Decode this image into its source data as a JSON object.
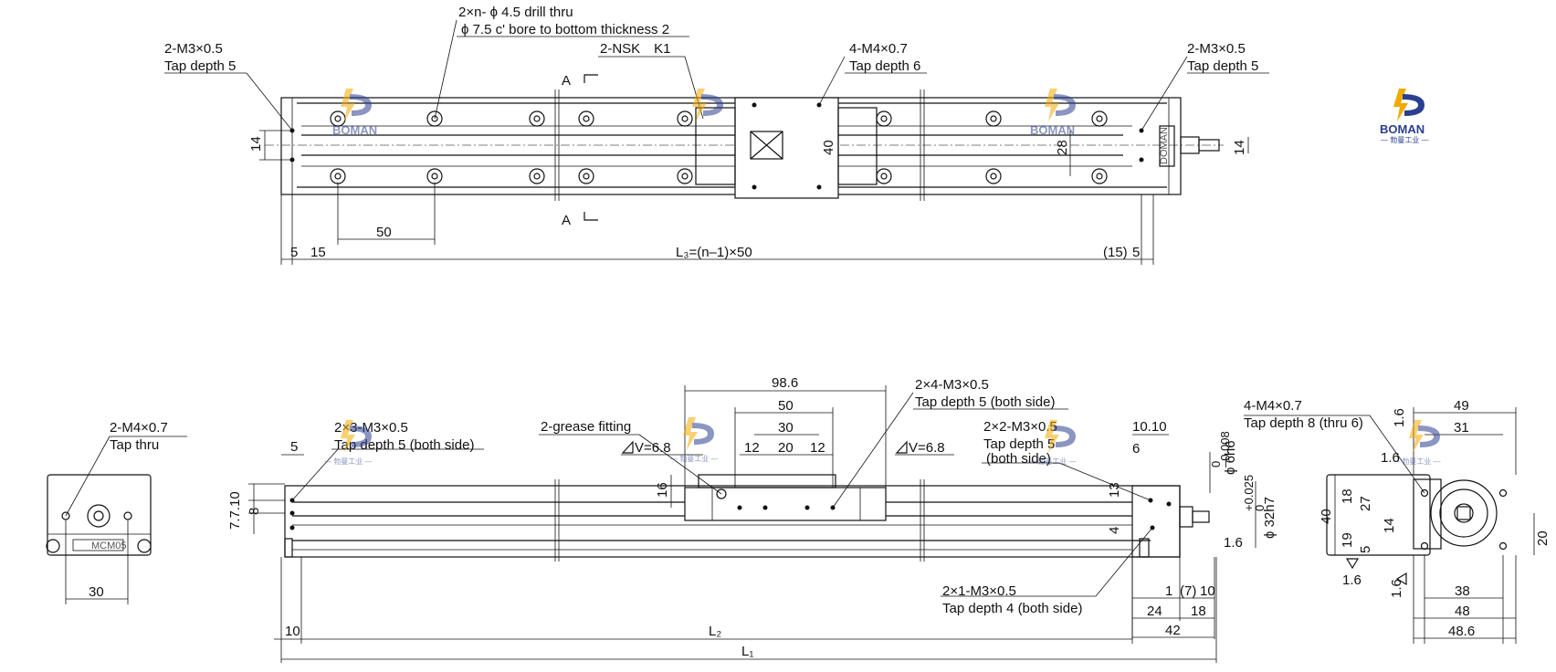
{
  "top_view": {
    "label_left_tap_1": "2-M3×0.5",
    "label_left_tap_2": "Tap depth 5",
    "label_drill_1": "2×n- ϕ 4.5 drill thru",
    "label_drill_2": "ϕ 7.5 c' bore to bottom thickness 2",
    "label_nsk": "2-NSK　K1",
    "label_m4_1": "4-M4×0.7",
    "label_m4_2": "Tap depth 6",
    "label_right_tap_1": "2-M3×0.5",
    "label_right_tap_2": "Tap depth 5",
    "section_a_top": "A",
    "section_a_bottom": "A",
    "dim_14_left": "14",
    "dim_40": "40",
    "dim_28": "28",
    "dim_14_right": "14",
    "dim_50": "50",
    "dim_5_left": "5",
    "dim_15": "15",
    "dim_l3": "L₃=(n–1)×50",
    "dim_15_paren": "(15)",
    "dim_5_right": "5",
    "nameplate": "DOMAN"
  },
  "end_view_left": {
    "label_1": "2-M4×0.7",
    "label_2": "Tap thru",
    "dim_30": "30",
    "plate": "MCM05"
  },
  "side_view": {
    "label_m3_1": "2×3-M3×0.5",
    "label_m3_2": "Tap depth 5 (both side)",
    "label_grease": "2-grease fitting",
    "label_v_left": "V=6.8",
    "label_v_right": "V=6.8",
    "label_4m3_1": "2×4-M3×0.5",
    "label_4m3_2": "Tap depth 5 (both side)",
    "label_2m3_1": "2×2-M3×0.5",
    "label_2m3_2": "Tap depth 5",
    "label_2m3_3": "(both side)",
    "label_1m3_1": "2×1-M3×0.5",
    "label_1m3_2": "Tap depth 4 (both side)",
    "dim_98_6": "98.6",
    "dim_50": "50",
    "dim_30": "30",
    "dim_12a": "12",
    "dim_20": "20",
    "dim_12b": "12",
    "dim_16": "16",
    "dim_5": "5",
    "dim_7_7_10": "7.7.10",
    "dim_8": "8",
    "dim_10_10": "10.10",
    "dim_6": "6",
    "dim_13": "13",
    "dim_4": "4",
    "dim_tol_top": "0",
    "dim_tol_bot": "–0.008",
    "dim_shaft": "ϕ 6h6",
    "dim_bore_tol_top": "+0.025",
    "dim_bore_tol_bot": "0",
    "dim_bore": "ϕ 32h7",
    "dim_1_6": "1.6",
    "dim_1": "1",
    "dim_7": "(7)",
    "dim_10": "10",
    "dim_24": "24",
    "dim_18": "18",
    "dim_42": "42",
    "dim_10_left": "10",
    "dim_l2": "L₂",
    "dim_l1": "L₁"
  },
  "end_view_right": {
    "label_1": "4-M4×0.7",
    "label_2": "Tap depth 8 (thru 6)",
    "dim_49": "49",
    "dim_31": "31",
    "dim_1_6_top": "1.6",
    "dim_1_6_mid": "1.6",
    "dim_40": "40",
    "dim_18": "18",
    "dim_27": "27",
    "dim_14": "14",
    "dim_19": "19",
    "dim_5": "5",
    "dim_20": "20",
    "dim_1_6_bl": "1.6",
    "dim_1_6_br": "1.6",
    "dim_38": "38",
    "dim_48": "48",
    "dim_48_6": "48.6"
  },
  "watermark": {
    "brand": "BOMAN",
    "sub": "— 勃曼工业 —",
    "color": "#2a3f8f",
    "accent": "#f2a900"
  }
}
